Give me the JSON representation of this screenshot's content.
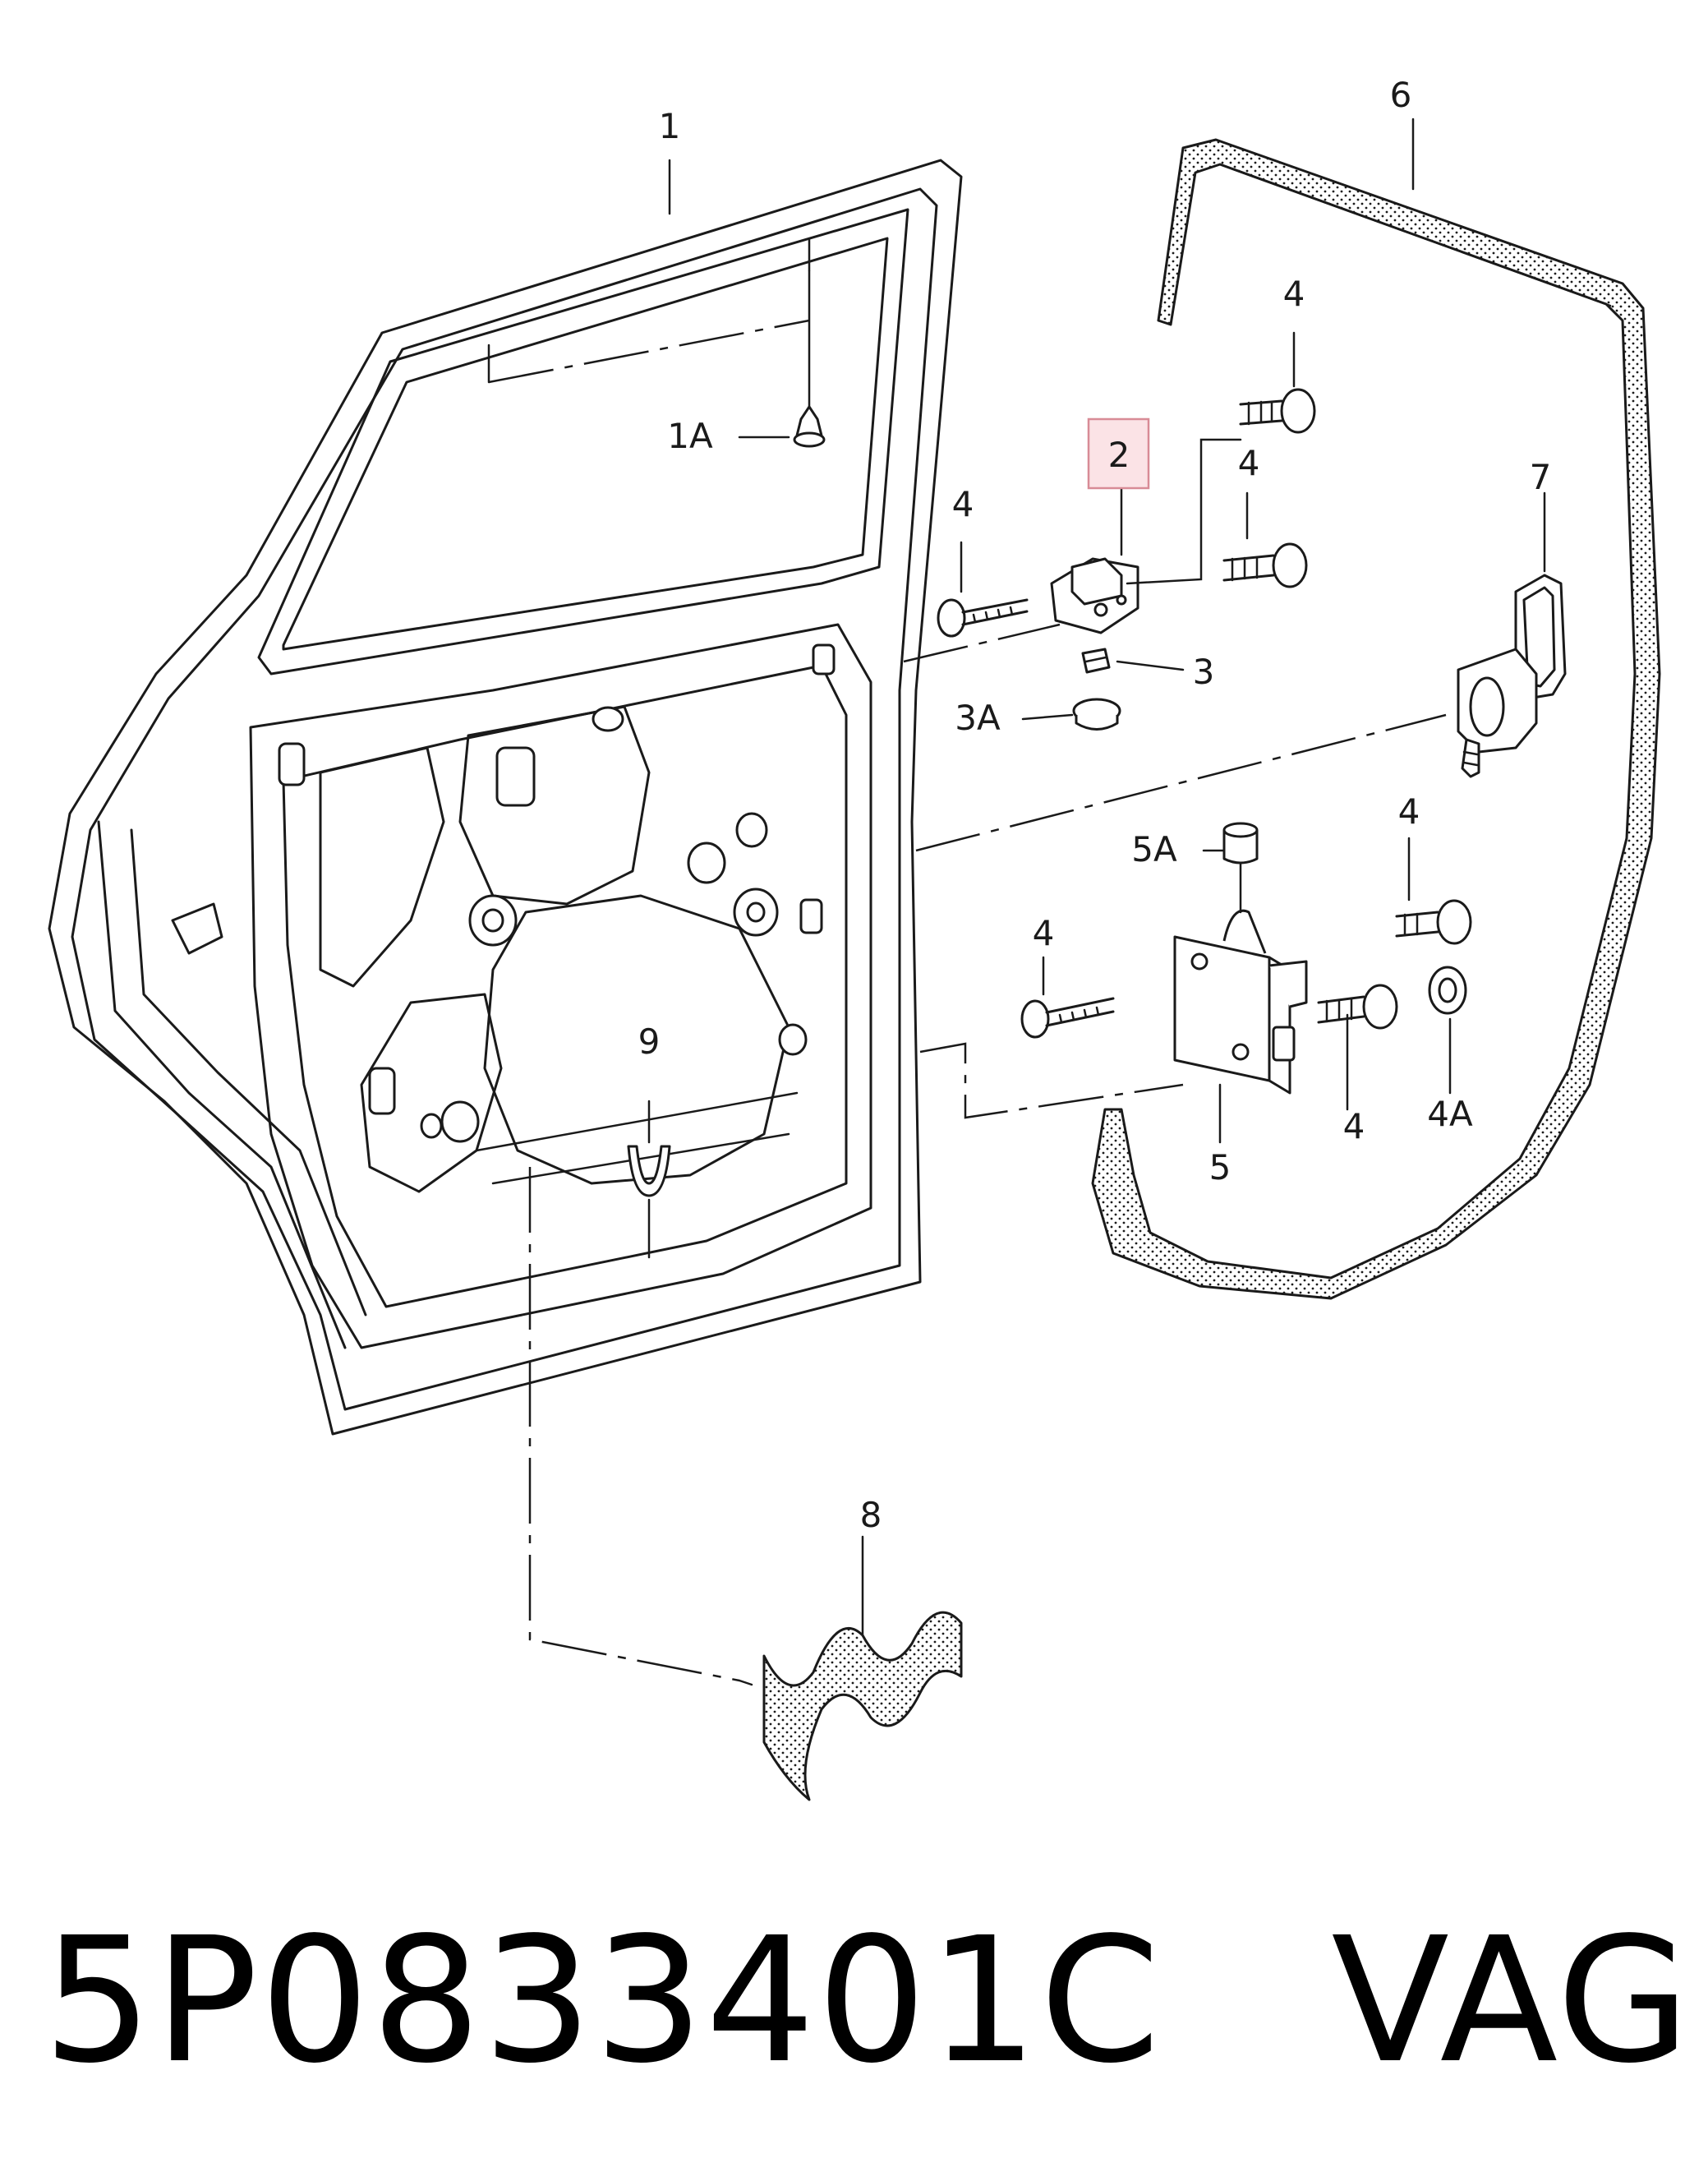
{
  "callouts": {
    "door": "1",
    "clip": "1A",
    "striker_plate": "2",
    "nut": "3",
    "cap_3a": "3A",
    "screw": "4",
    "washer": "4A",
    "hinge": "5",
    "cap_5a": "5A",
    "seal": "6",
    "handle": "7",
    "damping_pad": "8",
    "clamp": "9"
  },
  "part_number": "5P0833401C",
  "brand": "VAG",
  "highlight_color": "#fbe3e6"
}
